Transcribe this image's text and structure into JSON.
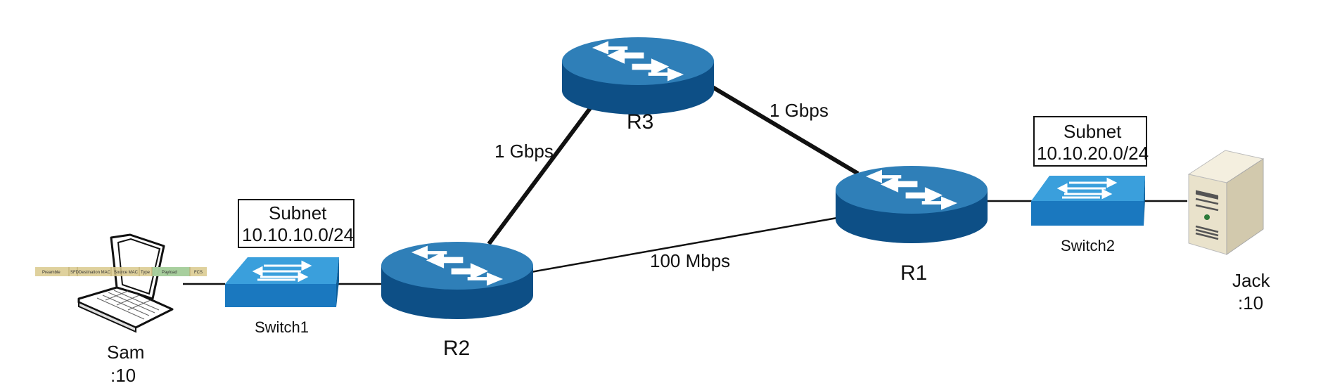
{
  "colors": {
    "router_top": "#2f7fb8",
    "router_side": "#0d4f86",
    "switch_top": "#3a9fdc",
    "switch_side": "#1a78bf",
    "link_thick": "#111111",
    "link_thin": "#111111"
  },
  "routers": [
    {
      "id": "R3",
      "label": "R3"
    },
    {
      "id": "R2",
      "label": "R2"
    },
    {
      "id": "R1",
      "label": "R1"
    }
  ],
  "switches": [
    {
      "id": "Switch1",
      "label": "Switch1",
      "subnet_title": "Subnet",
      "subnet": "10.10.10.0/24"
    },
    {
      "id": "Switch2",
      "label": "Switch2",
      "subnet_title": "Subnet",
      "subnet": "10.10.20.0/24"
    }
  ],
  "hosts": [
    {
      "id": "sam",
      "name": "Sam",
      "suffix": ":10",
      "icon": "laptop-icon"
    },
    {
      "id": "jack",
      "name": "Jack",
      "suffix": ":10",
      "icon": "server-icon"
    }
  ],
  "links": [
    {
      "from": "R2",
      "to": "R3",
      "label": "1 Gbps",
      "style": "thick"
    },
    {
      "from": "R3",
      "to": "R1",
      "label": "1 Gbps",
      "style": "thick"
    },
    {
      "from": "R2",
      "to": "R1",
      "label": "100 Mbps",
      "style": "thin"
    },
    {
      "from": "sam",
      "to": "Switch1",
      "label": "",
      "style": "thin"
    },
    {
      "from": "Switch1",
      "to": "R2",
      "label": "",
      "style": "thin"
    },
    {
      "from": "R1",
      "to": "Switch2",
      "label": "",
      "style": "thin"
    },
    {
      "from": "Switch2",
      "to": "jack",
      "label": "",
      "style": "thin"
    }
  ],
  "frame_fields": [
    "Preamble",
    "SFD",
    "Destination MAC",
    "Source MAC",
    "Type",
    "Payload",
    "FCS"
  ]
}
